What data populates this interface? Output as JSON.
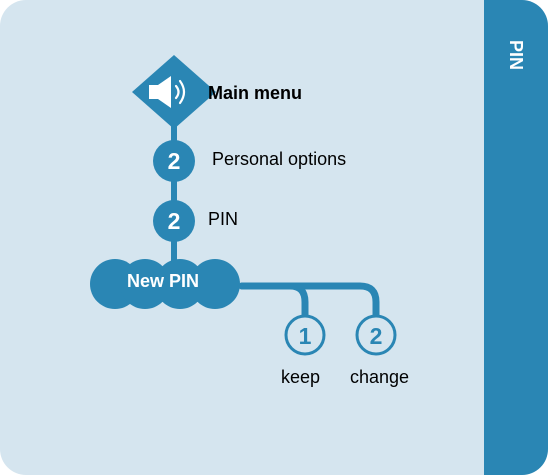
{
  "side_tab": {
    "label": "PIN"
  },
  "diagram": {
    "root": {
      "label": "Main menu",
      "icon": "speaker-icon"
    },
    "nodes": [
      {
        "key": "2",
        "label": "Personal options"
      },
      {
        "key": "2",
        "label": "PIN"
      }
    ],
    "choice": {
      "label": "New PIN",
      "options": [
        {
          "key": "1",
          "label": "keep"
        },
        {
          "key": "2",
          "label": "change"
        }
      ]
    }
  },
  "colors": {
    "panel_bg": "#d5e5ef",
    "accent": "#2a86b4",
    "node_text": "#ffffff",
    "label_text": "#000000"
  }
}
